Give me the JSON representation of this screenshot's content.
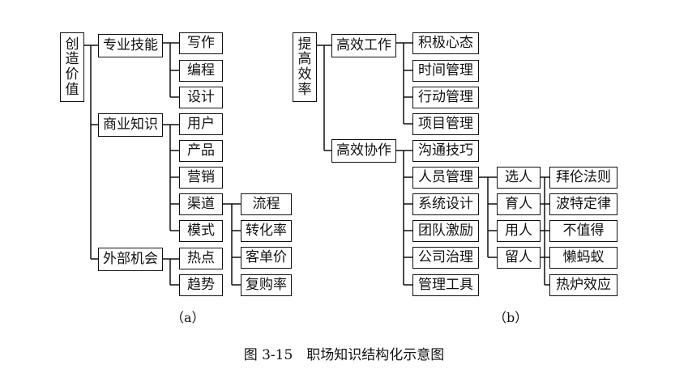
{
  "panel_a": {
    "label": "（a）",
    "root": "创造价值",
    "branches": [
      {
        "label": "专业技能",
        "children": [
          "写作",
          "编程",
          "设计"
        ]
      },
      {
        "label": "商业知识",
        "children": [
          "用户",
          "产品",
          "营销",
          "渠道",
          "模式"
        ]
      },
      {
        "label": "外部机会",
        "children": [
          "热点",
          "趋势"
        ]
      }
    ],
    "channel_children": [
      "流程",
      "转化率",
      "客单价",
      "复购率"
    ]
  },
  "panel_b": {
    "label": "（b）",
    "root": "提高效率",
    "branches": [
      {
        "label": "高效工作",
        "children": [
          "积极心态",
          "时间管理",
          "行动管理",
          "项目管理"
        ]
      },
      {
        "label": "高效协作",
        "children": [
          "沟通技巧",
          "人员管理",
          "系统设计",
          "团队激励",
          "公司治理",
          "管理工具"
        ]
      }
    ],
    "people_children": [
      "选人",
      "育人",
      "用人",
      "留人"
    ],
    "laws": [
      "拜伦法则",
      "波特定律",
      "不值得",
      "懒蚂蚁",
      "热炉效应"
    ]
  },
  "caption": "图 3-15　职场知识结构化示意图"
}
